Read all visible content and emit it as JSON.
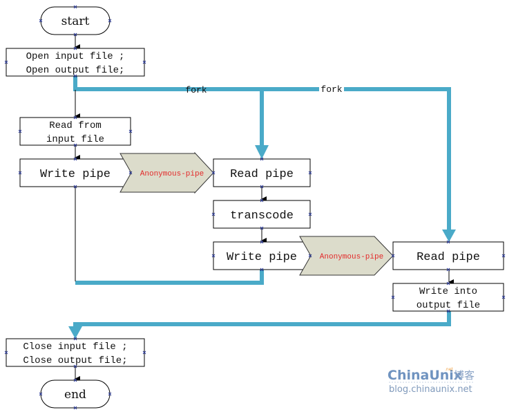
{
  "diagram": {
    "nodes": {
      "start": {
        "label": "start"
      },
      "open_files": {
        "line1": "Open input file ;",
        "line2": "Open output file;"
      },
      "read_input": {
        "line1": "Read from",
        "line2": "input file"
      },
      "write_pipe_1": {
        "label": "Write pipe"
      },
      "read_pipe_1": {
        "label": "Read pipe"
      },
      "transcode": {
        "label": "transcode"
      },
      "write_pipe_2": {
        "label": "Write pipe"
      },
      "read_pipe_2": {
        "label": "Read pipe"
      },
      "write_output": {
        "line1": "Write into",
        "line2": "output file"
      },
      "close_files": {
        "line1": "Close input file ;",
        "line2": "Close output file;"
      },
      "end": {
        "label": "end"
      }
    },
    "connectors": {
      "pipe_1": {
        "label": "Anonymous-pipe"
      },
      "pipe_2": {
        "label": "Anonymous-pipe"
      },
      "fork_1": {
        "label": "fork"
      },
      "fork_2": {
        "label": "fork"
      }
    },
    "colors": {
      "process_flow": "#4aaac8",
      "pipe_fill": "#dcdccb",
      "pipe_text": "#e32a2a",
      "box_stroke": "#000000"
    }
  },
  "watermark": {
    "brand": "ChinaUnix",
    "brand_suffix": "博客",
    "url": "blog.chinaunix.net",
    "net_tag": ".net"
  }
}
